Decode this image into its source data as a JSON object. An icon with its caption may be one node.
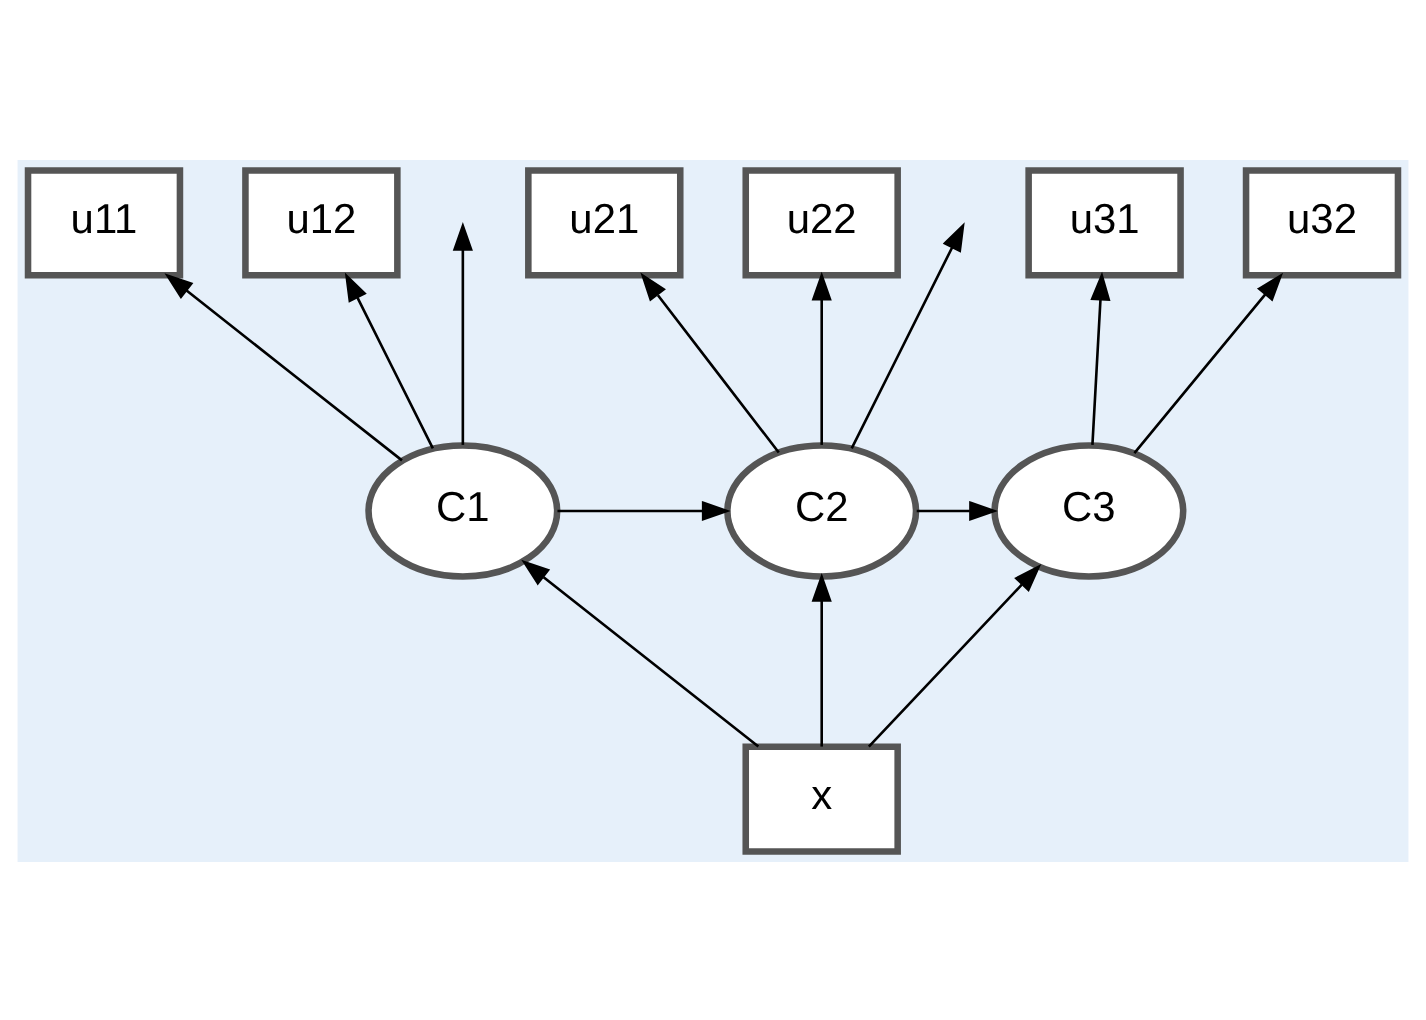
{
  "diagram": {
    "nodes": [
      {
        "text": [
          "u11"
        ]
      },
      {
        "text": [
          "u12"
        ]
      },
      {
        "text": [
          "u21"
        ]
      },
      {
        "text": [
          "u22"
        ]
      },
      {
        "text": [
          "u31"
        ]
      },
      {
        "text": [
          "u32"
        ]
      },
      {
        "text": [
          "C1"
        ]
      },
      {
        "text": [
          "C2"
        ]
      },
      {
        "text": [
          "C3"
        ]
      },
      {
        "text": [
          "x"
        ]
      }
    ],
    "edges": [
      {
        "from": 6,
        "to": 0,
        "arrow": "to"
      },
      {
        "from": 6,
        "to": 1,
        "arrow": "to"
      },
      {
        "from": 7,
        "to": 2,
        "arrow": "to"
      },
      {
        "from": 7,
        "to": 3,
        "arrow": "to"
      },
      {
        "from": 8,
        "to": 4,
        "arrow": "to"
      },
      {
        "from": 8,
        "to": 5,
        "arrow": "to"
      },
      {
        "from": 6,
        "to": 7,
        "arrow": "to"
      },
      {
        "from": 7,
        "to": 8,
        "arrow": "to"
      },
      {
        "from": 6,
        "to": null,
        "arrow": "to"
      },
      {
        "from": 7,
        "to": null,
        "arrow": "to"
      },
      {
        "from": 9,
        "to": 6,
        "arrow": "to"
      },
      {
        "from": 9,
        "to": 7,
        "arrow": "to"
      },
      {
        "from": 9,
        "to": 8,
        "arrow": "to"
      }
    ]
  }
}
